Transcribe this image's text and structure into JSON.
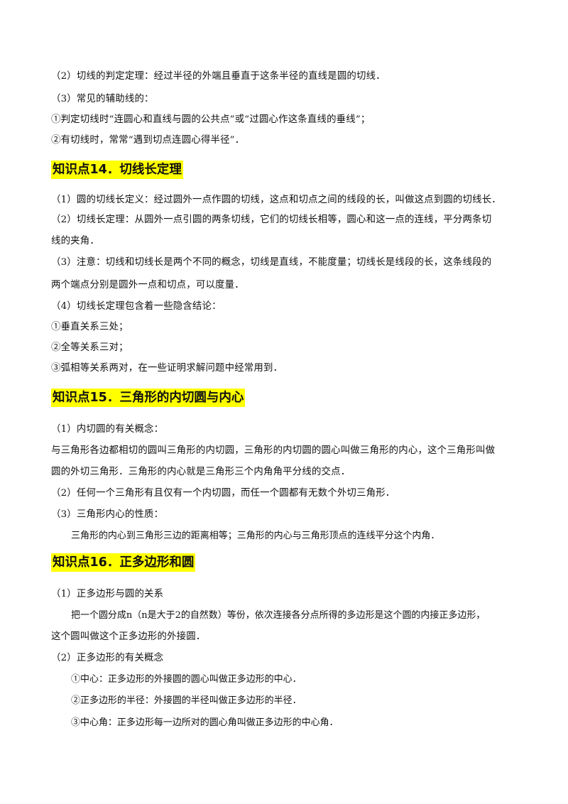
{
  "top": {
    "p2": "（2）切线的判定定理：经过半径的外端且垂直于这条半径的直线是圆的切线．",
    "p3": "（3）常见的辅助线的：",
    "c1": "①判定切线时“连圆心和直线与圆的公共点”或“过圆心作这条直线的垂线”；",
    "c2": "②有切线时，常常“遇到切点连圆心得半径”．"
  },
  "s14": {
    "title": "知识点14．切线长定理",
    "l1": "（1）圆的切线长定义：经过圆外一点作圆的切线，这点和切点之间的线段的长，叫做这点到圆的切线长．",
    "l2a": "（2）切线长定理：从圆外一点引圆的两条切线，它们的切线长相等，圆心和这一点的连线，平分两条切",
    "l2b": "线的夹角．",
    "l3a": "（3）注意：切线和切线长是两个不同的概念，切线是直线，不能度量；切线长是线段的长，这条线段的",
    "l3b": "两个端点分别是圆外一点和切点，可以度量．",
    "l4": "（4）切线长定理包含着一些隐含结论：",
    "c1": "①垂直关系三处；",
    "c2": "②全等关系三对；",
    "c3": "③弧相等关系两对，在一些证明求解问题中经常用到．"
  },
  "s15": {
    "title": "知识点15．三角形的内切圆与内心",
    "l1": "（1）内切圆的有关概念：",
    "l2a": "与三角形各边都相切的圆叫三角形的内切圆，三角形的内切圆的圆心叫做三角形的内心，这个三角形叫做",
    "l2b": "圆的外切三角形．三角形的内心就是三角形三个内角角平分线的交点．",
    "l3": "（2）任何一个三角形有且仅有一个内切圆，而任一个圆都有无数个外切三角形．",
    "l4": "（3）三角形内心的性质：",
    "l5": "三角形的内心到三角形三边的距离相等；三角形的内心与三角形顶点的连线平分这个内角．"
  },
  "s16": {
    "title": "知识点16．正多边形和圆",
    "l1": "（1）正多边形与圆的关系",
    "l2a": "把一个圆分成n（n是大于2的自然数）等份，依次连接各分点所得的多边形是这个圆的内接正多边形，",
    "l2b": "这个圆叫做这个正多边形的外接圆．",
    "l3": "（2）正多边形的有关概念",
    "c1": "①中心：正多边形的外接圆的圆心叫做正多边形的中心．",
    "c2": "②正多边形的半径：外接圆的半径叫做正多边形的半径．",
    "c3": "③中心角：正多边形每一边所对的圆心角叫做正多边形的中心角．"
  }
}
